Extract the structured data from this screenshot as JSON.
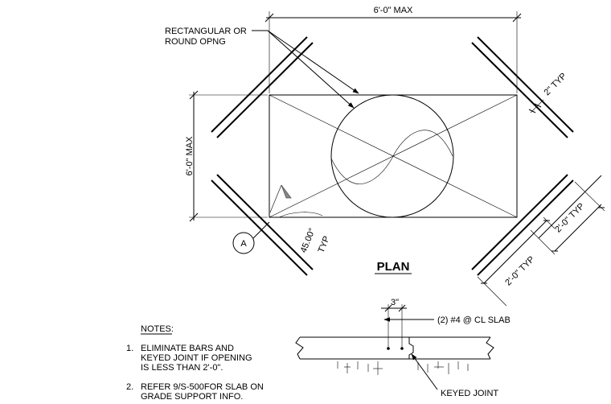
{
  "plan": {
    "dim_top": "6'-0\" MAX",
    "dim_left": "6'-0\" MAX",
    "opening_callout_line1": "RECTANGULAR OR",
    "opening_callout_line2": "ROUND OPNG",
    "spacing_typ": "2\" TYP",
    "bar_len_1": "2'-0\" TYP",
    "bar_len_2": "2'-0\" TYP",
    "angle_value": "45.00°",
    "angle_typ": "TYP",
    "section_marker": "A",
    "title": "PLAN"
  },
  "section": {
    "dim_3in": "3\"",
    "bars_label": "(2) #4 @ CL SLAB",
    "keyed_joint_label": "KEYED JOINT"
  },
  "notes": {
    "heading": "NOTES:",
    "items": [
      {
        "num": "1.",
        "lines": [
          "ELIMINATE BARS AND",
          "KEYED JOINT IF OPENING",
          "IS LESS THAN 2'-0\"."
        ]
      },
      {
        "num": "2.",
        "lines": [
          "REFER 9/S-500FOR SLAB ON",
          "GRADE SUPPORT INFO."
        ]
      }
    ]
  }
}
